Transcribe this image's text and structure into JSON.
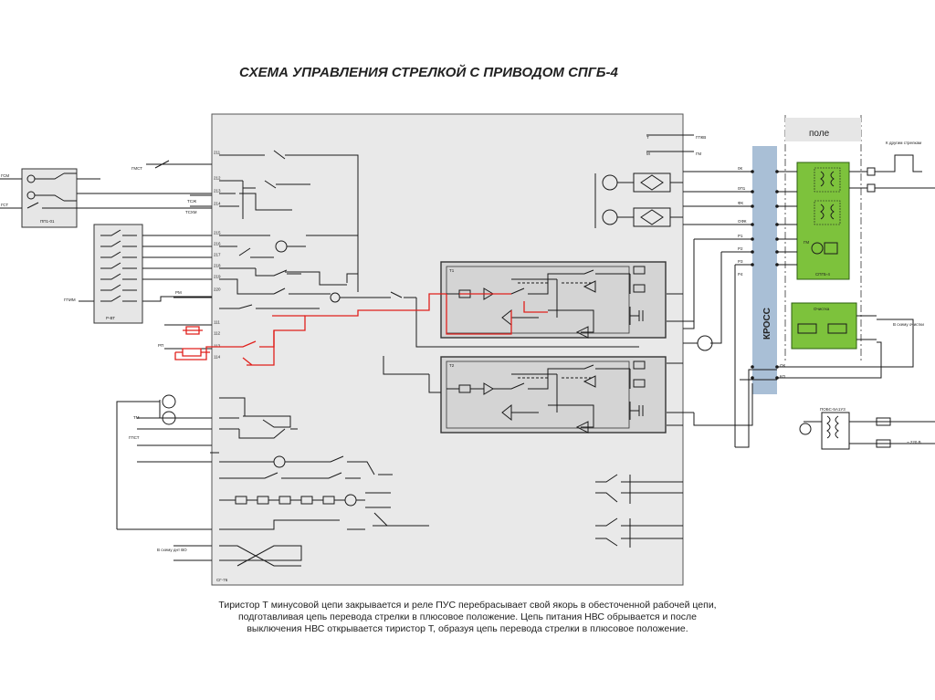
{
  "title": "СХЕМА УПРАВЛЕНИЯ СТРЕЛКОЙ С ПРИВОДОМ СПГБ-4",
  "caption_lines": [
    "Тиристор Т минусовой цепи закрывается и реле ПУС перебрасывает свой якорь в обесточенной рабочей цепи,",
    "подготавливая цепь перевода стрелки в плюсовое положение. Цепь питания НВС обрывается и после",
    "выключения НВС открывается тиристор Т, образуя цепь перевода стрелки в плюсовое положение."
  ],
  "labels": {
    "field": "поле",
    "kross": "КРОСС",
    "main_block": "СГ-76",
    "drive": "СПГБ-4",
    "contact_block": "Р-ВТ",
    "pu_block": "ПП1-01",
    "transformer": "ПОБС-5А1У3",
    "to_other_arrows": "К другим стрелкам",
    "to_lighting": "В схему очистки",
    "to_dsn": "В схему днт ВО",
    "voltage": "~ 220 В",
    "ochistka": "Очистка",
    "gm": "ГМ",
    "gnkb": "ГПКВ",
    "gmst": "ГМСТ",
    "gsm": "ГСМ",
    "gst": "ГСТ",
    "tsh": "ТСЖ",
    "tskhm": "ТСХМ",
    "gpim": "ГПИМ",
    "gpst": "ГПСТ",
    "tm": "ТМ",
    "rm": "РМ",
    "rp": "РП",
    "plus": "+",
    "minus": "−",
    "m_term": "М",
    "p_term": "П",
    "i_term": "Т",
    "ok": "ОК",
    "ko": "КО"
  },
  "terminals_left": [
    "211",
    "212",
    "213",
    "214",
    "215",
    "216",
    "217",
    "218",
    "219",
    "220",
    "111",
    "112",
    "113",
    "114"
  ],
  "terminals_right": [
    "0К",
    "0П1",
    "ФК",
    "ОФК",
    "Р1",
    "Р2",
    "Р3",
    "Р4"
  ],
  "thyristor_blocks": [
    "Т1",
    "Т2"
  ],
  "colors": {
    "red_circuit": "#e0201c",
    "kross_bar": "#a9bfd6",
    "drive_green": "#7dc23c",
    "block_gray": "#e9e9e9",
    "inner_gray": "#d4d4d4"
  }
}
